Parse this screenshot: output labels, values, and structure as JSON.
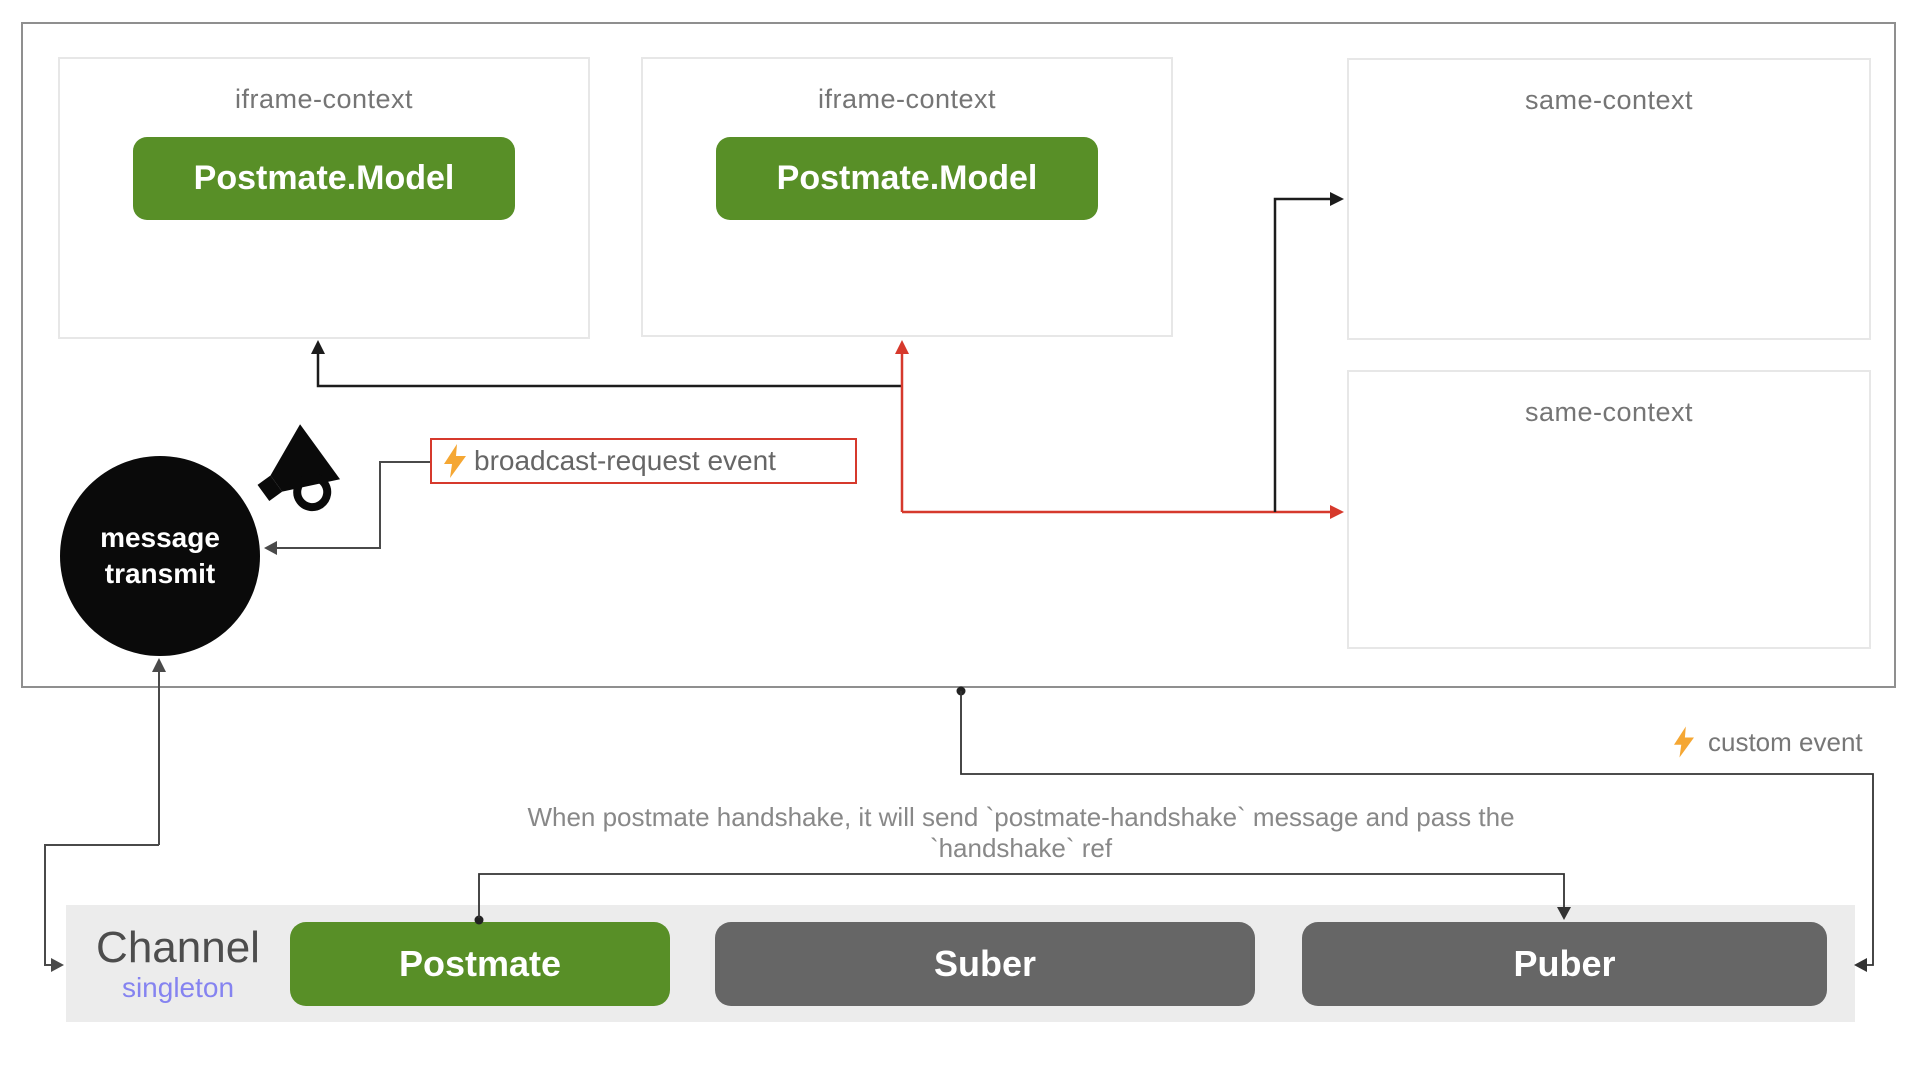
{
  "diagram": {
    "contexts": {
      "iframe_label": "iframe-context",
      "same_label": "same-context",
      "model_button": "Postmate.Model"
    },
    "hub": {
      "line1": "message",
      "line2": "transmit"
    },
    "broadcast_event": {
      "label": "broadcast-request event"
    },
    "custom_event": {
      "label": "custom event"
    },
    "note": {
      "line1": "When postmate handshake, it will send `postmate-handshake` message and pass the",
      "line2": "`handshake` ref"
    },
    "channel": {
      "title": "Channel",
      "subtitle": "singleton",
      "buttons": [
        {
          "label": "Postmate"
        },
        {
          "label": "Suber"
        },
        {
          "label": "Puber"
        }
      ]
    },
    "colors": {
      "green": "#588f27",
      "dark_gray_button": "#666666",
      "red_accent": "#d6392c",
      "amber_bolt": "#f5a733",
      "purple_subtitle": "#8583f0",
      "bar_background": "#ececec",
      "frame_border": "#8f8f8f",
      "label_gray": "#757575"
    }
  }
}
